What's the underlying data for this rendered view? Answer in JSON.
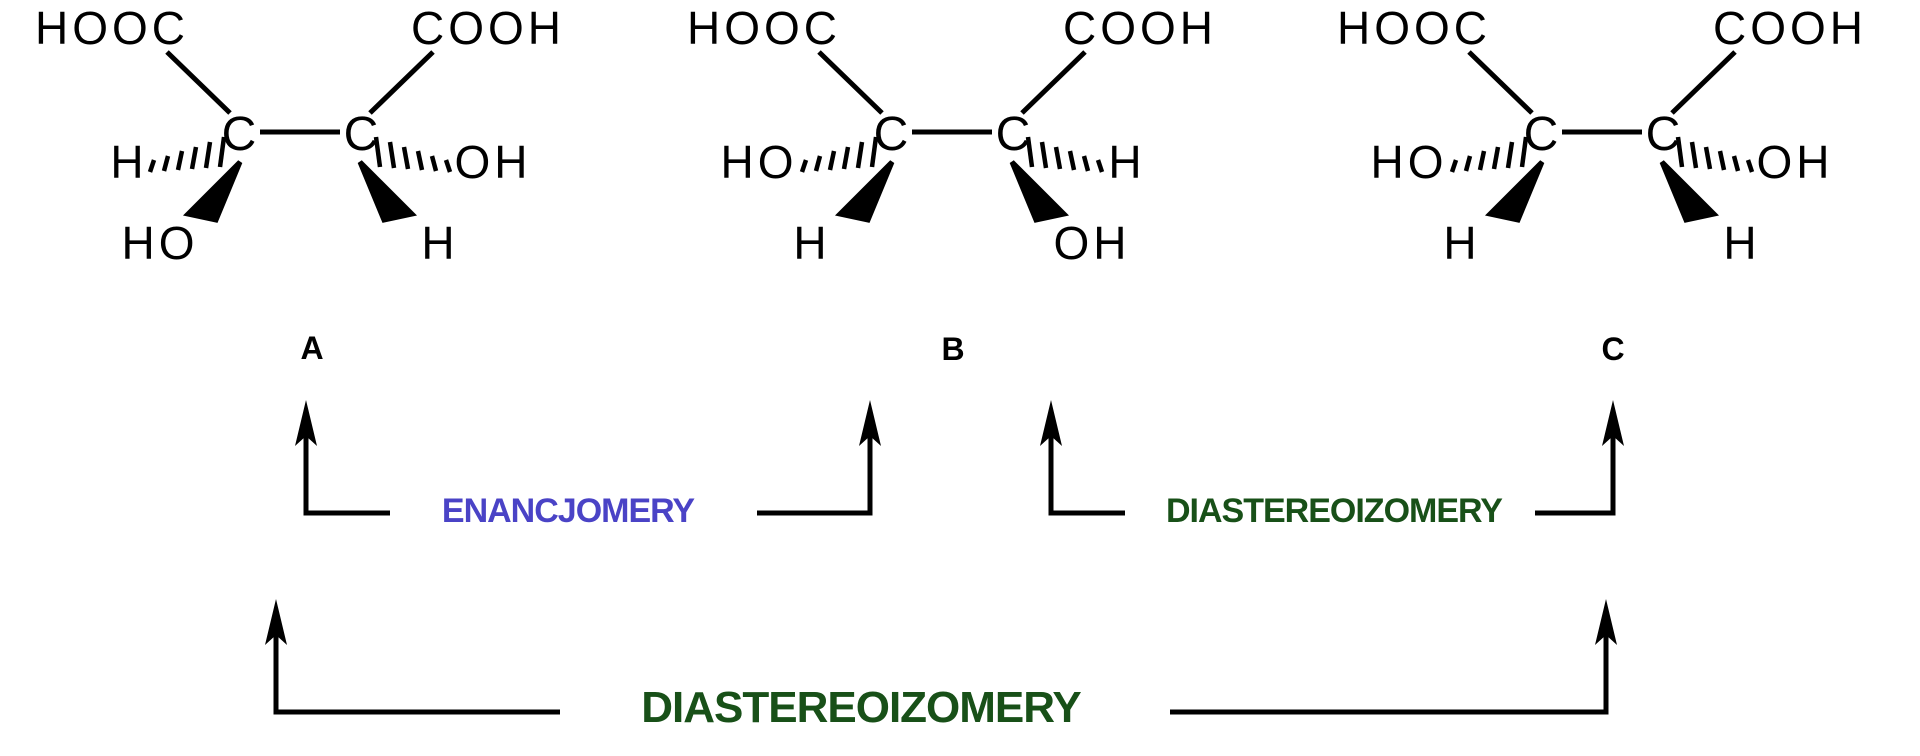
{
  "diagram": {
    "title": "tartaric-acid-stereoisomers",
    "structures": [
      {
        "label": "A",
        "top_left": "HOOC",
        "top_right": "COOH",
        "left_carbon": "C",
        "right_carbon": "C",
        "side_left": "H",
        "side_right": "OH",
        "bottom_left": "HO",
        "bottom_right": "H"
      },
      {
        "label": "B",
        "top_left": "HOOC",
        "top_right": "COOH",
        "left_carbon": "C",
        "right_carbon": "C",
        "side_left": "HO",
        "side_right": "H",
        "bottom_left": "H",
        "bottom_right": "OH"
      },
      {
        "label": "C",
        "top_left": "HOOC",
        "top_right": "COOH",
        "left_carbon": "C",
        "right_carbon": "C",
        "side_left": "HO",
        "side_right": "OH",
        "bottom_left": "H",
        "bottom_right": "H"
      }
    ],
    "relations": [
      {
        "label": "ENANCJOMERY",
        "between": [
          "A",
          "B"
        ],
        "color": "#4a43c6"
      },
      {
        "label": "DIASTEREOIZOMERY",
        "between": [
          "B",
          "C"
        ],
        "color": "#185018"
      },
      {
        "label": "DIASTEREOIZOMERY",
        "between": [
          "A",
          "C"
        ],
        "color": "#185018"
      }
    ],
    "colors": {
      "bond": "#000000",
      "enantiomer_label": "#4a43c6",
      "diastereomer_label": "#185018",
      "background": "#ffffff"
    }
  }
}
